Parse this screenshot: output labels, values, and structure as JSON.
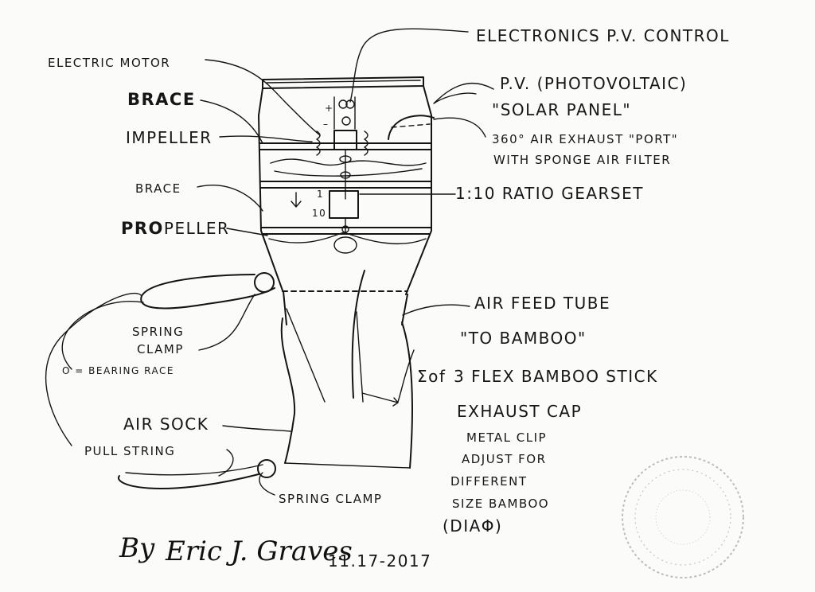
{
  "labels": {
    "electronics": "ELECTRONICS P.V. CONTROL",
    "electric_motor": "ELECTRIC MOTOR",
    "brace_top": "BRACE",
    "impeller": "IMPELLER",
    "brace_mid": "BRACE",
    "propeller_bold": "PRO",
    "propeller_rest": "PELLER",
    "pv_line1": "P.V. (PHOTOVOLTAIC)",
    "pv_line2": "\"SOLAR PANEL\"",
    "exhaust_line1": "360° AIR EXHAUST \"PORT\"",
    "exhaust_line2": "WITH SPONGE AIR FILTER",
    "gearset": "1:10 RATIO GEARSET",
    "air_feed_tube": "AIR FEED TUBE",
    "to_bamboo": "\"TO BAMBOO\"",
    "spring_clamp_left_1": "SPRING",
    "spring_clamp_left_2": "CLAMP",
    "bearing_race": "O = BEARING RACE",
    "flex_bamboo_prefix": "Σof",
    "flex_bamboo": "3 FLEX BAMBOO STICK",
    "exhaust_cap": "EXHAUST CAP",
    "metal_clip": "METAL CLIP",
    "adjust_for": "ADJUST FOR",
    "different": "DIFFERENT",
    "size_bamboo": "SIZE BAMBOO",
    "dia": "(DIAΦ)",
    "air_sock": "AIR SOCK",
    "pull_string": "PULL STRING",
    "spring_clamp_bottom": "SPRING CLAMP",
    "by": "By",
    "signature": "Eric J. Graves",
    "date": "11.17-2017",
    "ratio_top": "1",
    "ratio_bottom": "10",
    "plus": "+",
    "minus": "–"
  },
  "colors": {
    "ink": "#141414",
    "paper": "#fbfbfa",
    "stamp": "#8a8a8a"
  },
  "icons": {
    "stamp": "circular-stamp-icon"
  }
}
